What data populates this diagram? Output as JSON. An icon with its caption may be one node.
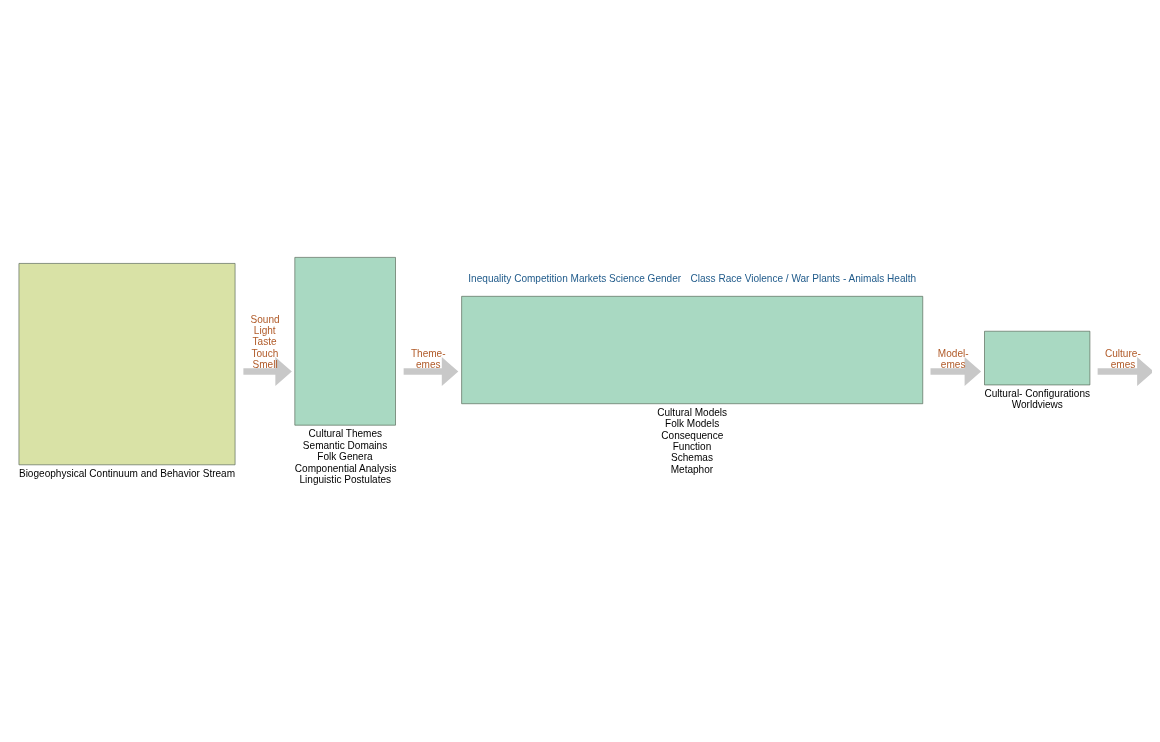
{
  "diagram": {
    "nodes": [
      {
        "text": [
          "Biogeophysical Continuum and Behavior Stream"
        ]
      },
      {
        "text": [
          "Cultural Themes",
          "Semantic Domains",
          "Folk Genera",
          "Componential Analysis",
          "Linguistic Postulates"
        ]
      },
      {
        "text": [
          "Cultural Models",
          "Folk Models",
          "Consequence",
          "Function",
          "Schemas",
          "Metaphor"
        ],
        "beside": [
          "Inequality Competition Markets Science Gender",
          "Class Race Violence / War Plants - Animals Health"
        ]
      },
      {
        "text": [
          "Cultural- Configurations",
          "Worldviews"
        ]
      }
    ],
    "edges": [
      {
        "from": 0,
        "to": 1,
        "arrow": "to",
        "label": "Sound Light Taste Touch Smell"
      },
      {
        "from": 1,
        "to": 2,
        "arrow": "to",
        "label": "Theme- emes"
      },
      {
        "from": 2,
        "to": 3,
        "arrow": "to",
        "label": "Model- emes"
      },
      {
        "from": 3,
        "to": null,
        "arrow": "to",
        "label": "Culture- emes"
      }
    ]
  }
}
